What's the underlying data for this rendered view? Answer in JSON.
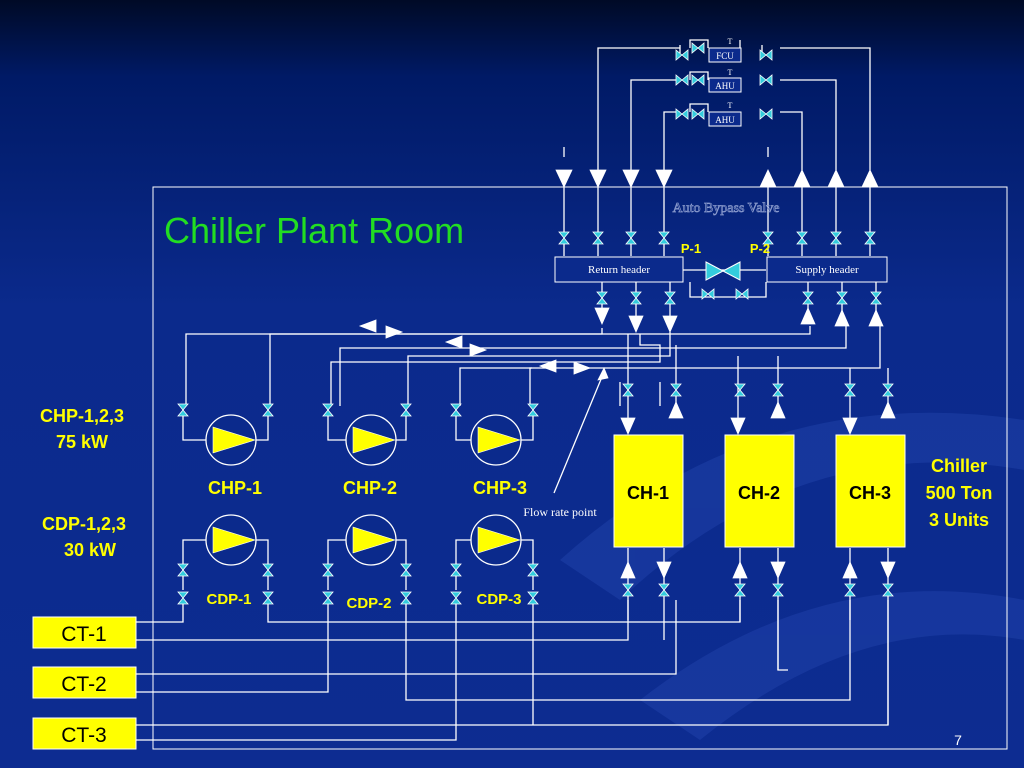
{
  "title": "Chiller Plant Room",
  "page_number": "7",
  "colors": {
    "background": "#0b2a8c",
    "title_green": "#22dd22",
    "equipment_yellow": "#ffff00",
    "line_white": "#ffffff",
    "valve_cyan": "#33ccdd",
    "label_yellow": "#ffff00"
  },
  "terminal_units": [
    "FCU",
    "AHU",
    "AHU"
  ],
  "terminal_tags": [
    "T",
    "T",
    "T"
  ],
  "headers": {
    "return": "Return header",
    "supply": "Supply header"
  },
  "bypass_valve_label": "Auto Bypass Valve",
  "pressure_points": [
    "P-1",
    "P-2"
  ],
  "chillers": [
    "CH-1",
    "CH-2",
    "CH-3"
  ],
  "chiller_spec": [
    "Chiller",
    "500 Ton",
    "3 Units"
  ],
  "chw_pumps": [
    "CHP-1",
    "CHP-2",
    "CHP-3"
  ],
  "chw_pump_spec": [
    "CHP-1,2,3",
    "75 kW"
  ],
  "cw_pumps": [
    "CDP-1",
    "CDP-2",
    "CDP-3"
  ],
  "cw_pump_spec": [
    "CDP-1,2,3",
    "30 kW"
  ],
  "cooling_towers": [
    "CT-1",
    "CT-2",
    "CT-3"
  ],
  "flow_rate_label": "Flow rate point"
}
